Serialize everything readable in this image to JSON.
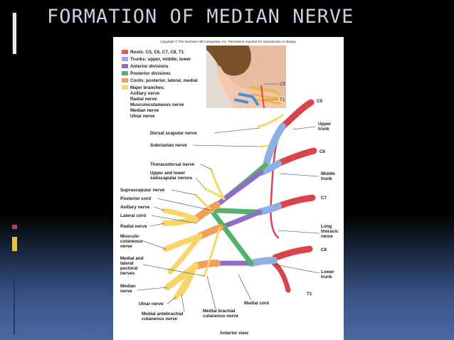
{
  "slide": {
    "title": "FORMATION OF MEDIAN NERVE"
  },
  "figure": {
    "copyright": "Copyright © The McGraw-Hill Companies, Inc. Permission required for reproduction or display.",
    "caption": "Anterior view",
    "legend": [
      {
        "label": "Roots: C5, C6, C7, C8, T1",
        "color": "#e05a5f"
      },
      {
        "label": "Trunks: upper, middle, lower",
        "color": "#8fb0e6"
      },
      {
        "label": "Anterior divisions",
        "color": "#8f6cc7"
      },
      {
        "label": "Posterior divisions",
        "color": "#53b36b"
      },
      {
        "label": "Cords: posterior, lateral, medial",
        "color": "#f0a05a"
      },
      {
        "label": "Major branches:",
        "color": "#f7d56b"
      }
    ],
    "major_branches": [
      "Axillary nerve",
      "Radial nerve",
      "Musculocutaneous nerve",
      "Median nerve",
      "Ulnar nerve"
    ],
    "inset_labels": {
      "c5": "C5",
      "t1": "T1"
    },
    "right_labels": {
      "c5": "C5",
      "upper_trunk": [
        "Upper",
        "trunk"
      ],
      "c6": "C6",
      "middle_trunk": [
        "Middle",
        "trunk"
      ],
      "c7": "C7",
      "long_thoracic": [
        "Long",
        "thoracic",
        "nerve"
      ],
      "c8": "C8",
      "lower_trunk": [
        "Lower",
        "trunk"
      ],
      "t1": "T1"
    },
    "left_labels": {
      "dorsal_scapular": "Dorsal scapular nerve",
      "subclavian": "Subclavian nerve",
      "thoracodorsal": "Thoracodorsal nerve",
      "subscapular": [
        "Upper and lower",
        "subscapular nerves"
      ],
      "suprascapular": "Suprascapular nerve",
      "posterior_cord": "Posterior cord",
      "axillary": "Axillary nerve",
      "lateral_cord": "Lateral cord",
      "radial": "Radial nerve",
      "musculocutaneous": [
        "Musculo-",
        "cutaneous",
        "nerve"
      ],
      "medial_lateral_pectoral": [
        "Medial and",
        "lateral",
        "pectoral",
        "nerves"
      ],
      "median": [
        "Median",
        "nerve"
      ],
      "ulnar": "Ulnar nerve",
      "medial_antebrachial": [
        "Medial antebrachial",
        "cutaneous nerve"
      ],
      "medial_brachial": [
        "Medial brachial",
        "cutaneous nerve"
      ],
      "medial_cord": "Medial cord"
    }
  }
}
